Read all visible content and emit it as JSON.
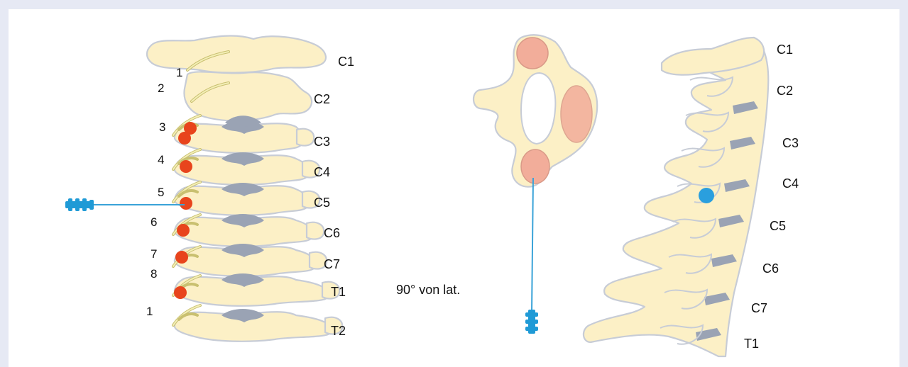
{
  "colors": {
    "background": "#e6e9f4",
    "panel": "#ffffff",
    "bone": "#fcf0c6",
    "bone_outline": "#c7ccd6",
    "disc": "#9aa3b4",
    "nerve": "#c9c070",
    "lesion_red": "#e8441c",
    "facet_pink": "#f2ad9a",
    "needle_blue": "#3aa3d8",
    "target_blue": "#2a9fde"
  },
  "anterior_view": {
    "vertebra_labels": [
      "C1",
      "C2",
      "C3",
      "C4",
      "C5",
      "C6",
      "C7",
      "T1",
      "T2"
    ],
    "nerve_numbers": [
      "1",
      "2",
      "3",
      "4",
      "5",
      "6",
      "7",
      "8",
      "1"
    ],
    "probe_icon": "needle-probe-icon"
  },
  "axial_view": {
    "caption": "90° von lat.",
    "probe_icon": "needle-probe-icon"
  },
  "lateral_view": {
    "vertebra_labels": [
      "C1",
      "C2",
      "C3",
      "C4",
      "C5",
      "C6",
      "C7",
      "T1"
    ]
  }
}
